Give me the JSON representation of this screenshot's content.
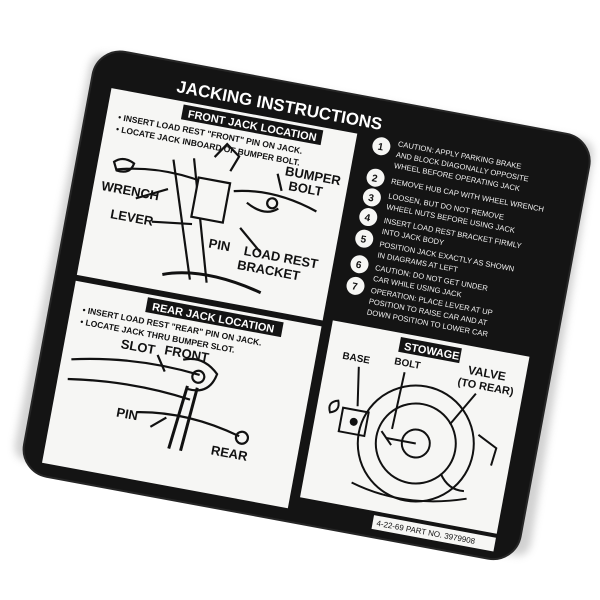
{
  "decal": {
    "title": "JACKING INSTRUCTIONS",
    "front": {
      "header": "FRONT JACK LOCATION",
      "bullets": [
        "• INSERT LOAD REST \"FRONT\" PIN ON JACK.",
        "• LOCATE JACK INBOARD OF BUMPER BOLT."
      ],
      "labels": {
        "bumper": "BUMPER",
        "bolt": "BOLT",
        "wrench": "WRENCH",
        "lever": "LEVER",
        "pin": "PIN",
        "load_rest": "LOAD REST",
        "bracket": "BRACKET"
      }
    },
    "rear": {
      "header": "REAR JACK LOCATION",
      "bullets": [
        "• INSERT LOAD REST \"REAR\" PIN ON JACK.",
        "• LOCATE JACK THRU BUMPER SLOT."
      ],
      "labels": {
        "front": "FRONT",
        "slot": "SLOT",
        "pin": "PIN",
        "rear": "REAR"
      }
    },
    "steps": {
      "numbers": [
        "1",
        "2",
        "3",
        "4",
        "5",
        "6",
        "7"
      ],
      "lines": [
        "CAUTION: APPLY PARKING BRAKE",
        "AND BLOCK DIAGONALLY OPPOSITE",
        "WHEEL BEFORE OPERATING JACK",
        "REMOVE HUB CAP WITH WHEEL WRENCH",
        "LOOSEN, BUT DO NOT REMOVE",
        "WHEEL NUTS BEFORE USING JACK",
        "INSERT LOAD REST BRACKET FIRMLY",
        "INTO JACK BODY",
        "POSITION JACK EXACTLY AS SHOWN",
        "IN DIAGRAMS AT LEFT",
        "CAUTION: DO NOT GET UNDER",
        "CAR WHILE USING JACK",
        "OPERATION: PLACE LEVER AT  UP",
        "POSITION TO RAISE CAR AND AT",
        "DOWN  POSITION TO LOWER CAR"
      ]
    },
    "stowage": {
      "header": "STOWAGE",
      "labels": {
        "base": "BASE",
        "bolt": "BOLT",
        "valve": "VALVE",
        "to_rear": "(TO REAR)"
      }
    },
    "part_no": "4-22-69 PART NO. 3979908"
  }
}
